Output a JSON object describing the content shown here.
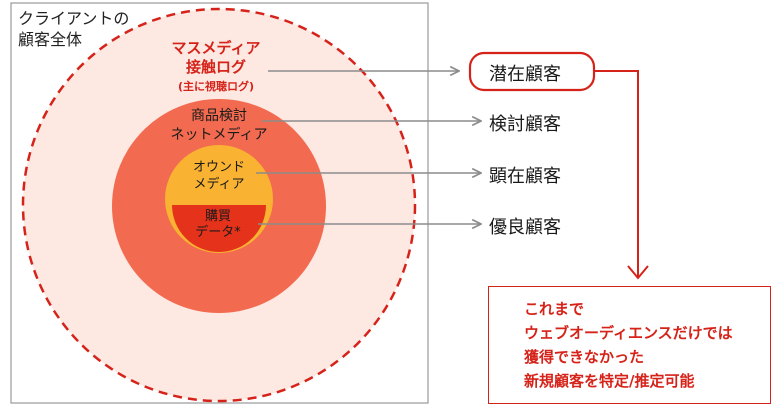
{
  "client_label": [
    "クライアントの",
    "顧客全体"
  ],
  "circles": {
    "mass_media": [
      "マスメディア",
      "接触ログ"
    ],
    "mass_media_sub": "(主に視聴ログ)",
    "product_net": [
      "商品検討",
      "ネットメディア"
    ],
    "owned_media": [
      "オウンド",
      "メディア"
    ],
    "purchase": [
      "購買",
      "データ*"
    ]
  },
  "customers": [
    "潜在顧客",
    "検討顧客",
    "顕在顧客",
    "優良顧客"
  ],
  "note_lines": [
    "これまで",
    "ウェブオーディエンスだけでは",
    "獲得できなかった",
    "新規顧客を特定/推定可能"
  ],
  "colors": {
    "red": "#d6231a",
    "outer_fill": "#fde8e2",
    "middle_fill": "#f26a4f",
    "owned_fill": "#f9b231",
    "purchase_fill": "#e5321a",
    "arrow": "#8c8c8c",
    "box_border": "#9a9a9a"
  }
}
